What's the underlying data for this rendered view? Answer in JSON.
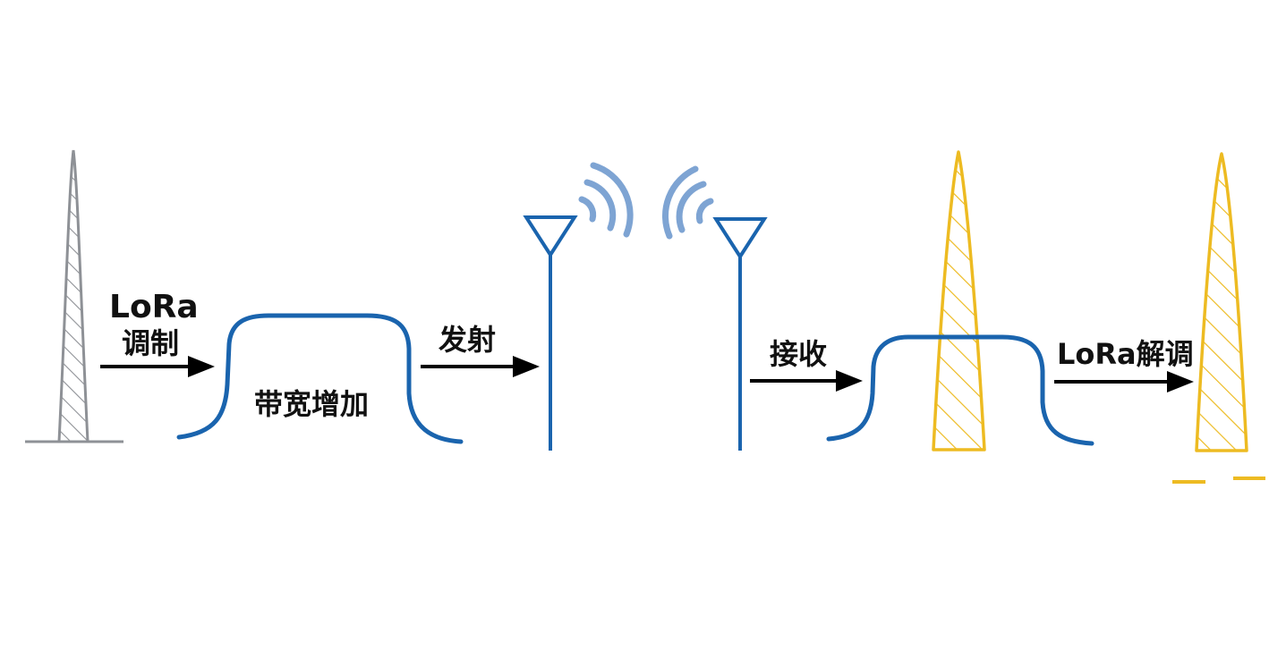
{
  "labels": {
    "modulation_line1": "LoRa",
    "modulation_line2": "调制",
    "bandwidth_increase": "带宽增加",
    "transmit": "发射",
    "receive": "接收",
    "demodulation": "LoRa解调"
  },
  "colors": {
    "narrowband_gray": "#8e9196",
    "spread_blue": "#1a64ae",
    "wave_light_blue": "#7ea4d3",
    "signal_yellow": "#edbb22",
    "arrow_black": "#000000",
    "background": "#ffffff"
  }
}
